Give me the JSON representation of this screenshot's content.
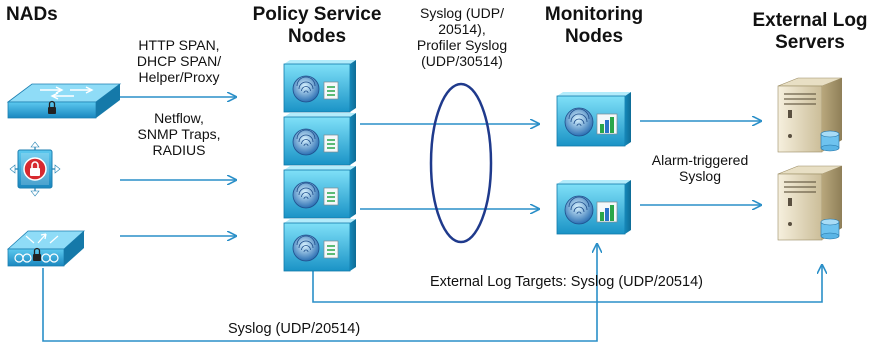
{
  "headers": {
    "nads": "NADs",
    "psn_line1": "Policy Service",
    "psn_line2": "Nodes",
    "mnt_line1": "Monitoring",
    "mnt_line2": "Nodes",
    "ext_line1": "External Log",
    "ext_line2": "Servers"
  },
  "labels": {
    "http_span_1": "HTTP SPAN,",
    "http_span_2": "DHCP SPAN/",
    "http_span_3": "Helper/Proxy",
    "netflow_1": "Netflow,",
    "netflow_2": "SNMP Traps,",
    "netflow_3": "RADIUS",
    "syslog_top_1": "Syslog (UDP/",
    "syslog_top_2": "20514),",
    "syslog_top_3": "Profiler Syslog",
    "syslog_top_4": "(UDP/30514)",
    "alarm_1": "Alarm-triggered",
    "alarm_2": "Syslog",
    "external_targets": "External Log Targets: Syslog (UDP/20514)",
    "syslog_bottom": "Syslog (UDP/20514)"
  },
  "colors": {
    "arrow": "#2a8fc8",
    "ellipse": "#1f3a8c",
    "node_light": "#6fd8f5",
    "node_dark": "#1790c4",
    "server_light": "#f3ecd8",
    "server_dark": "#c9bb95"
  },
  "icons": {
    "nad_1": "switch-icon",
    "nad_2": "router-firewall-icon",
    "nad_3": "wireless-controller-icon",
    "psn": "policy-node-icon",
    "mnt": "monitoring-node-icon",
    "ext": "log-server-icon"
  }
}
